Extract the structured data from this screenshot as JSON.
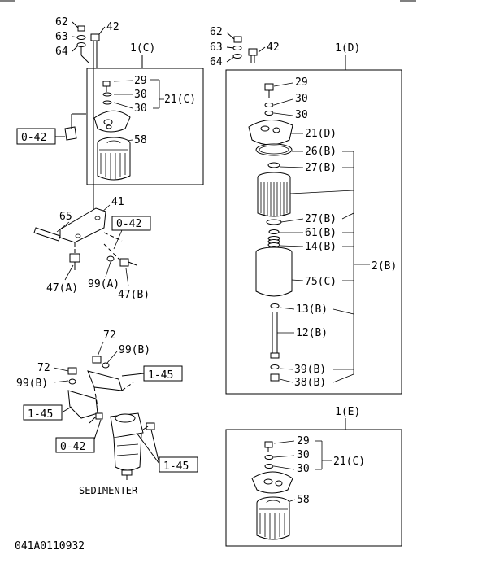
{
  "figure_id": "041A0110932",
  "sedimenter_label": "SEDIMENTER",
  "callouts": {
    "c62a": "62",
    "c63a": "63",
    "c64a": "64",
    "c42a": "42",
    "c62b": "62",
    "c63b": "63",
    "c64b": "64",
    "c42b": "42",
    "c29a": "29",
    "c30a1": "30",
    "c30a2": "30",
    "c21c_a": "21(C)",
    "c58a": "58",
    "c29b": "29",
    "c30b1": "30",
    "c30b2": "30",
    "c21d": "21(D)",
    "c26b": "26(B)",
    "c27b1": "27(B)",
    "c27b2": "27(B)",
    "c61b": "61(B)",
    "c14b": "14(B)",
    "c75c": "75(C)",
    "c13b": "13(B)",
    "c12b": "12(B)",
    "c39b": "39(B)",
    "c38b": "38(B)",
    "c2b": "2(B)",
    "c65": "65",
    "c41": "41",
    "c47a": "47(A)",
    "c99a": "99(A)",
    "c47b": "47(B)",
    "c72a": "72",
    "c99b_a": "99(B)",
    "c72b": "72",
    "c99b_b": "99(B)",
    "c29e": "29",
    "c30e1": "30",
    "c30e2": "30",
    "c21c_e": "21(C)",
    "c58e": "58"
  },
  "assembly_labels": {
    "c1c": "1(C)",
    "c1d": "1(D)",
    "c1e": "1(E)"
  },
  "ref_boxes": {
    "r042a": "0-42",
    "r042b": "0-42",
    "r042c": "0-42",
    "r145a": "1-45",
    "r145b": "1-45",
    "r145c": "1-45"
  }
}
